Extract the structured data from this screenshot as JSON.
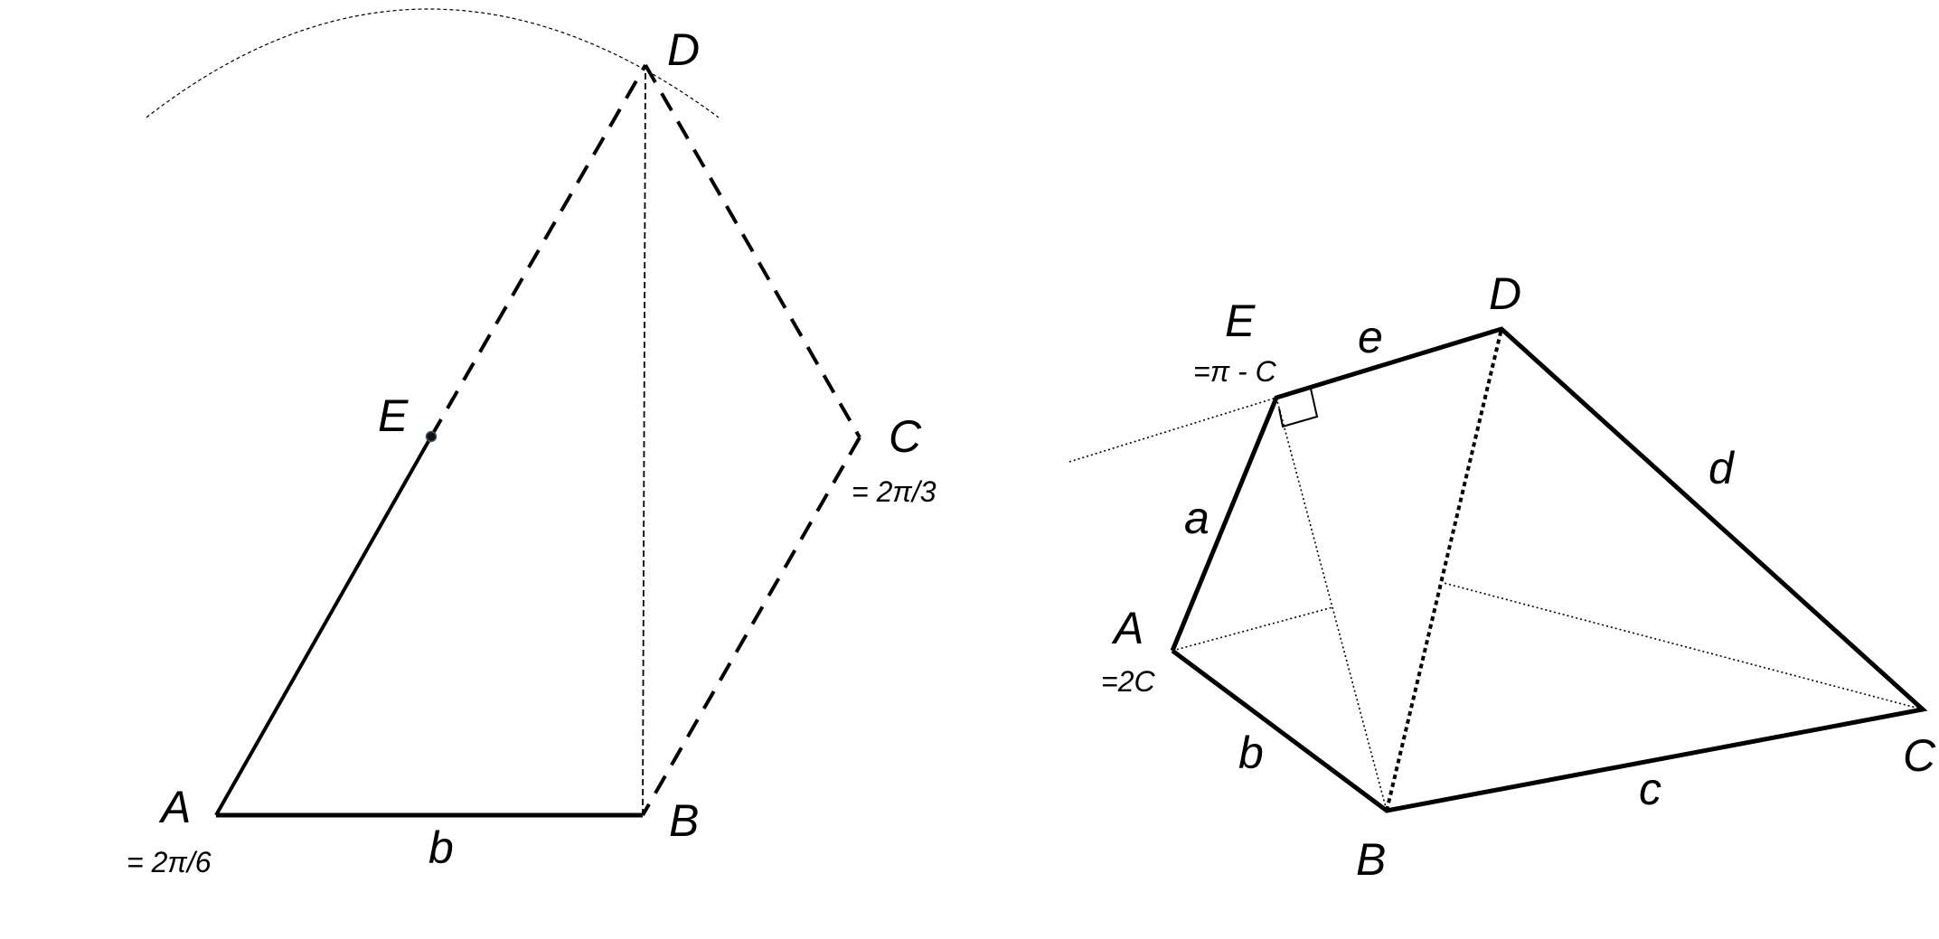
{
  "left_figure": {
    "vertices": {
      "A": {
        "label": "A",
        "note": "= 2π/6"
      },
      "B": {
        "label": "B"
      },
      "C": {
        "label": "C",
        "note": "= 2π/3"
      },
      "D": {
        "label": "D"
      },
      "E": {
        "label": "E"
      }
    },
    "sides": {
      "AB": "b"
    }
  },
  "right_figure": {
    "vertices": {
      "A": {
        "label": "A",
        "note": "=2C"
      },
      "B": {
        "label": "B"
      },
      "C": {
        "label": "C"
      },
      "D": {
        "label": "D"
      },
      "E": {
        "label": "E",
        "note": "=π - C"
      }
    },
    "sides": {
      "EA": "a",
      "AB": "b",
      "BC": "c",
      "CD": "d",
      "ED": "e"
    }
  },
  "colors": {
    "line": "#000000",
    "background": "#ffffff"
  }
}
